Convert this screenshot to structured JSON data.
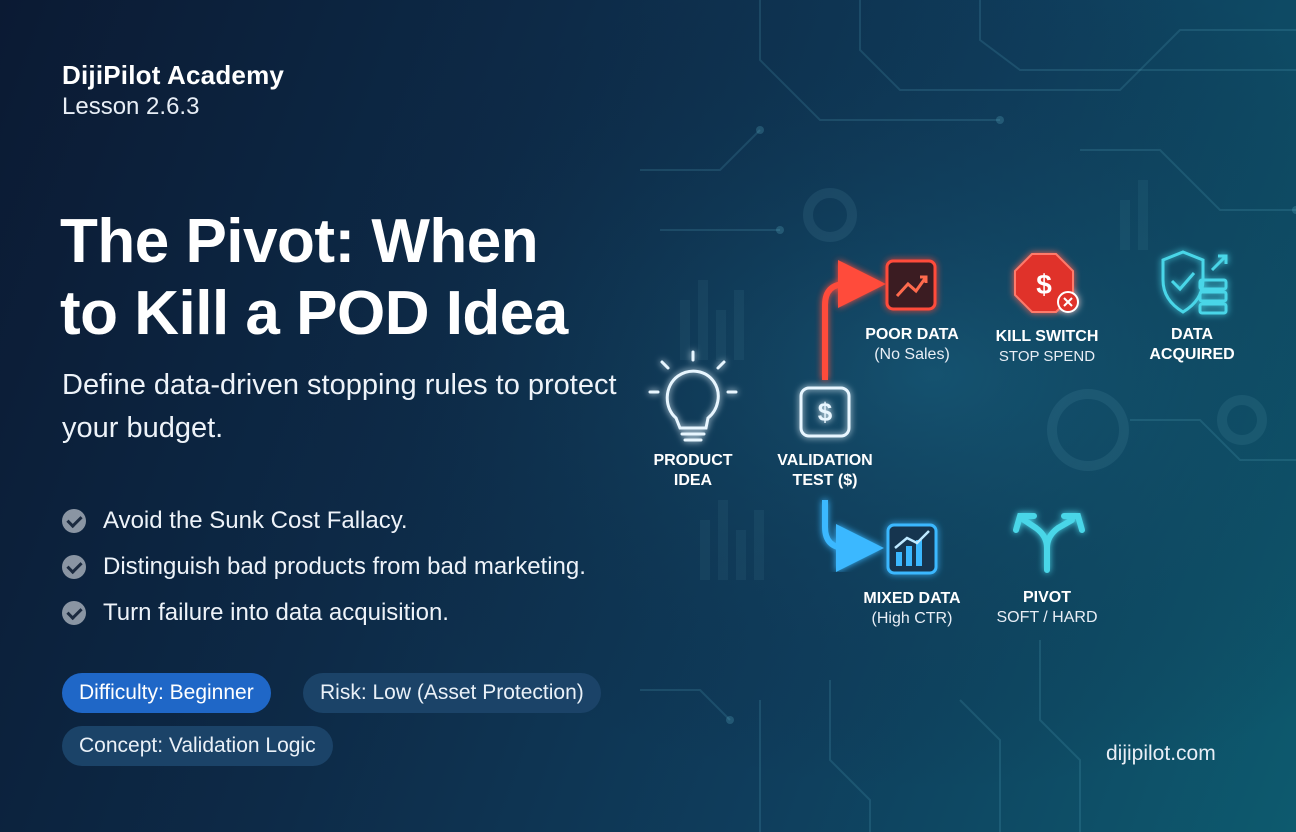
{
  "header": {
    "brand": "DijiPilot Academy",
    "lesson": "Lesson 2.6.3"
  },
  "hero": {
    "title_line1": "The Pivot: When",
    "title_line2": "to Kill a POD Idea",
    "subtitle": "Define data-driven stopping rules to protect your budget."
  },
  "bullets": [
    "Avoid the Sunk Cost Fallacy.",
    "Distinguish bad products from bad marketing.",
    "Turn failure into data acquisition."
  ],
  "tags": {
    "difficulty": "Difficulty: Beginner",
    "risk": "Risk: Low (Asset Protection)",
    "concept": "Concept: Validation Logic"
  },
  "diagram": {
    "product_idea": {
      "line1": "PRODUCT",
      "line2": "IDEA"
    },
    "validation": {
      "line1": "VALIDATION",
      "line2": "TEST ($)"
    },
    "poor_data": {
      "line1": "POOR DATA",
      "line2": "(No Sales)"
    },
    "kill_switch": {
      "line1": "KILL SWITCH",
      "line2": "STOP SPEND"
    },
    "data_acquired": {
      "line1": "DATA",
      "line2": "ACQUIRED"
    },
    "mixed_data": {
      "line1": "MIXED DATA",
      "line2": "(High CTR)"
    },
    "pivot": {
      "line1": "PIVOT",
      "line2": "SOFT / HARD"
    },
    "dollar_symbol": "$",
    "colors": {
      "red": "#ff4b3a",
      "blue": "#3ab8ff",
      "teal": "#49d6e8",
      "glow_white": "#e8f6ff"
    }
  },
  "footer": {
    "site": "dijipilot.com"
  }
}
